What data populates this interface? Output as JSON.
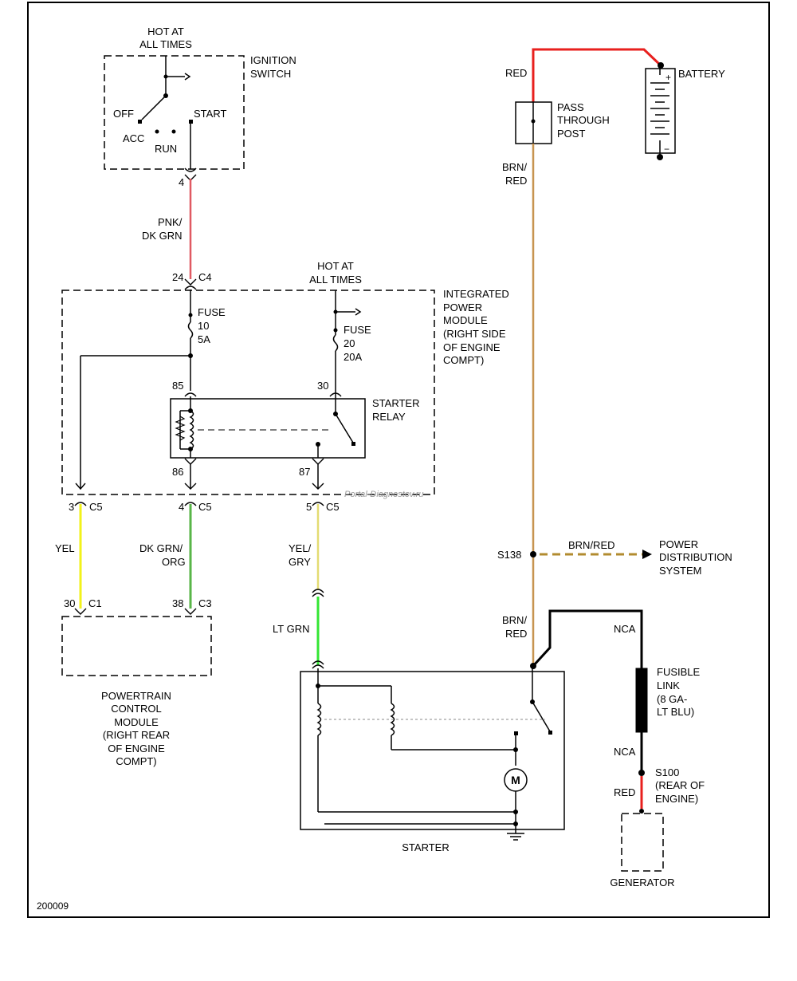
{
  "diagram_id": "200009",
  "watermark": "Portal-Diagnostov.ru",
  "colors": {
    "red": "#e8201e",
    "pnk_dk_grn": "#e05a62",
    "brn_red": "#c79450",
    "yel": "#f2f21a",
    "dk_grn_org": "#59b548",
    "yel_gry": "#e3dc72",
    "lt_grn": "#33e633",
    "black": "#000000"
  },
  "labels": {
    "hot_at_1": "HOT AT",
    "all_times_1": "ALL TIMES",
    "ignition_1": "IGNITION",
    "ignition_2": "SWITCH",
    "sw_off": "OFF",
    "sw_start": "START",
    "sw_acc": "ACC",
    "sw_run": "RUN",
    "pin_4_top": "4",
    "wire_pnk_1": "PNK/",
    "wire_pnk_2": "DK GRN",
    "pin_24": "24",
    "conn_c4": "C4",
    "hot_at_2": "HOT AT",
    "all_times_2": "ALL TIMES",
    "ipm_1": "INTEGRATED",
    "ipm_2": "POWER",
    "ipm_3": "MODULE",
    "ipm_4": "(RIGHT SIDE",
    "ipm_5": "OF ENGINE",
    "ipm_6": "COMPT)",
    "fuse10_1": "FUSE",
    "fuse10_2": "10",
    "fuse10_3": "5A",
    "fuse20_1": "FUSE",
    "fuse20_2": "20",
    "fuse20_3": "20A",
    "pin_85": "85",
    "pin_30": "30",
    "relay_1": "STARTER",
    "relay_2": "RELAY",
    "pin_86": "86",
    "pin_87": "87",
    "pin_3": "3",
    "c5_a": "C5",
    "pin_4_c5": "4",
    "c5_b": "C5",
    "pin_5": "5",
    "c5_c": "C5",
    "wire_yel": "YEL",
    "wire_dkgrn_1": "DK GRN/",
    "wire_dkgrn_2": "ORG",
    "wire_yelgry_1": "YEL/",
    "wire_yelgry_2": "GRY",
    "pin_30_c1": "30",
    "conn_c1": "C1",
    "pin_38": "38",
    "conn_c3": "C3",
    "wire_ltgrn": "LT GRN",
    "pcm_1": "POWERTRAIN",
    "pcm_2": "CONTROL",
    "pcm_3": "MODULE",
    "pcm_4": "(RIGHT REAR",
    "pcm_5": "OF ENGINE",
    "pcm_6": "COMPT)",
    "starter": "STARTER",
    "wire_red_top": "RED",
    "pass_1": "PASS",
    "pass_2": "THROUGH",
    "pass_3": "POST",
    "battery": "BATTERY",
    "bat_plus": "+",
    "bat_minus": "−",
    "wire_brnred_1a": "BRN/",
    "wire_brnred_1b": "RED",
    "s138": "S138",
    "wire_brnred_pd": "BRN/RED",
    "pd_1": "POWER",
    "pd_2": "DISTRIBUTION",
    "pd_3": "SYSTEM",
    "wire_brnred_2a": "BRN/",
    "wire_brnred_2b": "RED",
    "nca_1": "NCA",
    "fl_1": "FUSIBLE",
    "fl_2": "LINK",
    "fl_3": "(8 GA-",
    "fl_4": "LT BLU)",
    "nca_2": "NCA",
    "s100_1": "S100",
    "s100_2": "(REAR OF",
    "s100_3": "ENGINE)",
    "wire_red_bottom": "RED",
    "motor": "M",
    "generator": "GENERATOR"
  }
}
